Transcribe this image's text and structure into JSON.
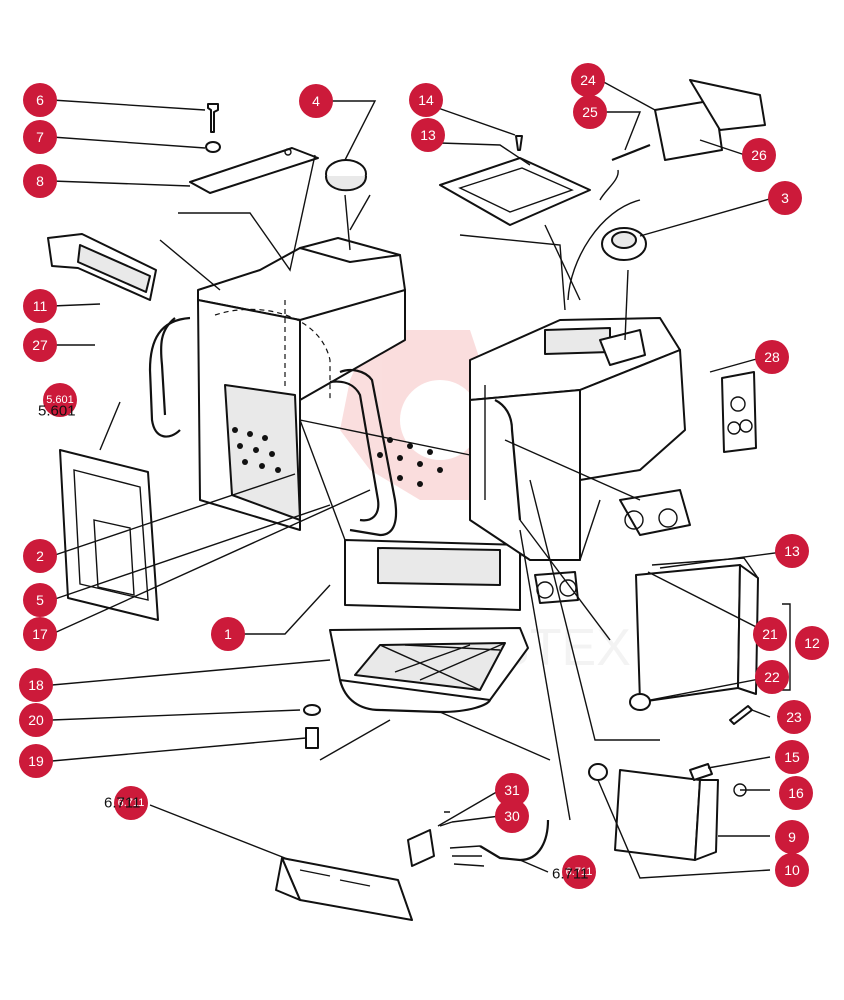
{
  "colors": {
    "callout": "#cc1a3a",
    "line": "#111111",
    "watermark": "#f0a0a0"
  },
  "callouts": [
    {
      "id": "c6",
      "label": "6"
    },
    {
      "id": "c7",
      "label": "7"
    },
    {
      "id": "c8",
      "label": "8"
    },
    {
      "id": "c4",
      "label": "4"
    },
    {
      "id": "c14",
      "label": "14"
    },
    {
      "id": "c13a",
      "label": "13"
    },
    {
      "id": "c24",
      "label": "24"
    },
    {
      "id": "c25",
      "label": "25"
    },
    {
      "id": "c26",
      "label": "26"
    },
    {
      "id": "c3",
      "label": "3"
    },
    {
      "id": "c11",
      "label": "11"
    },
    {
      "id": "c27",
      "label": "27"
    },
    {
      "id": "c5601",
      "label": "5.601"
    },
    {
      "id": "c28",
      "label": "28"
    },
    {
      "id": "c2",
      "label": "2"
    },
    {
      "id": "c5",
      "label": "5"
    },
    {
      "id": "c17",
      "label": "17"
    },
    {
      "id": "c1",
      "label": "1"
    },
    {
      "id": "c13b",
      "label": "13"
    },
    {
      "id": "c21",
      "label": "21"
    },
    {
      "id": "c12",
      "label": "12"
    },
    {
      "id": "c22",
      "label": "22"
    },
    {
      "id": "c18",
      "label": "18"
    },
    {
      "id": "c20",
      "label": "20"
    },
    {
      "id": "c23",
      "label": "23"
    },
    {
      "id": "c19",
      "label": "19"
    },
    {
      "id": "c15",
      "label": "15"
    },
    {
      "id": "c16",
      "label": "16"
    },
    {
      "id": "c31",
      "label": "31"
    },
    {
      "id": "c6711a",
      "label": "6.711"
    },
    {
      "id": "c30",
      "label": "30"
    },
    {
      "id": "c9",
      "label": "9"
    },
    {
      "id": "c6711b",
      "label": "6.711"
    },
    {
      "id": "c10",
      "label": "10"
    }
  ],
  "references": {
    "r5601": "5.601",
    "r6711a": "6.711",
    "r6711b": "6.711"
  }
}
